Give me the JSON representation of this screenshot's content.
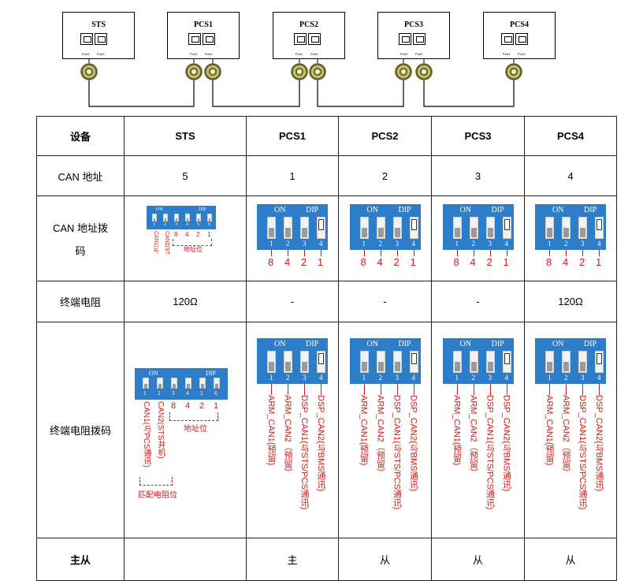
{
  "diagram": {
    "devices": [
      "STS",
      "PCS1",
      "PCS2",
      "PCS3",
      "PCS4"
    ],
    "port1_label": "Port1",
    "port2_label": "Port2"
  },
  "table": {
    "header": [
      "设备",
      "STS",
      "PCS1",
      "PCS2",
      "PCS3",
      "PCS4"
    ],
    "can_address": {
      "label": "CAN 地址",
      "values": [
        "5",
        "1",
        "2",
        "3",
        "4"
      ]
    },
    "can_dip": {
      "label_line1": "CAN 地址拨",
      "label_line2": "码",
      "on_label": "ON",
      "dip_label": "DIP",
      "sts_sw_numbers": [
        "1",
        "2",
        "3",
        "4",
        "5",
        "6"
      ],
      "sts_addr_bits": [
        "8",
        "4",
        "2",
        "1"
      ],
      "sts_side_labels": [
        "CAN1(与",
        "CAN2(ST"
      ],
      "sts_addr_label": "地址位",
      "pcs_sw_numbers": [
        "1",
        "2",
        "3",
        "4"
      ],
      "pcs_bit_values": [
        "8",
        "4",
        "2",
        "1"
      ]
    },
    "termination": {
      "label": "终端电阻",
      "values": [
        "120Ω",
        "-",
        "-",
        "-",
        "120Ω"
      ]
    },
    "term_dip": {
      "label": "终端电阻拨码",
      "sts_sw_numbers": [
        "1",
        "2",
        "3",
        "4",
        "5",
        "6"
      ],
      "sts_addr_bits": [
        "8",
        "4",
        "2",
        "1"
      ],
      "sts_side_labels": [
        "CAN1(与PCS通讯)",
        "CAN2(STS并机)"
      ],
      "sts_addr_label": "地址位",
      "sts_match_label": "匹配电阻位",
      "pcs_labels": [
        "ARM_CAN1(预留)",
        "ARM_CAN2（预留）",
        "DSP_CAN1(与STS/PCS通讯)",
        "DSP_CAN2(与BMS通讯)"
      ]
    },
    "master_slave": {
      "label": "主从",
      "values": [
        "",
        "主",
        "从",
        "从",
        "从"
      ]
    }
  },
  "colors": {
    "dip_blue": "#2e7dc8",
    "annotation_red": "#d01818",
    "knob_grey": "#9a9a9a"
  }
}
